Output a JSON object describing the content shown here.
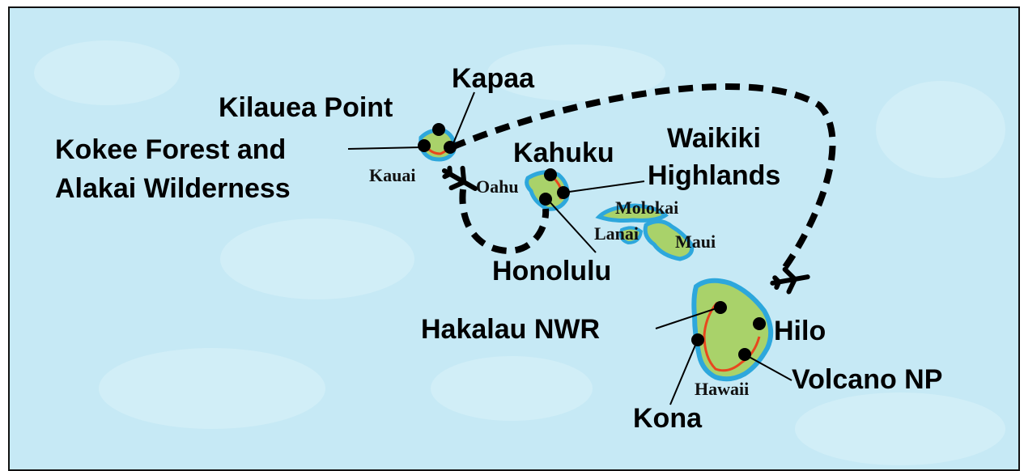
{
  "colors": {
    "sea": "#c6e9f5",
    "sea_mottle": "#d8f1f9",
    "land": "#a9d26a",
    "coast": "#2da7dc",
    "route": "#e8471e",
    "marker": "#000000"
  },
  "islands": {
    "kauai": "Kauai",
    "oahu": "Oahu",
    "molokai": "Molokai",
    "lanai": "Lanai",
    "maui": "Maui",
    "hawaii": "Hawaii"
  },
  "locations": {
    "kapaa": "Kapaa",
    "kilauea_point": "Kilauea Point",
    "kokee_line1": "Kokee Forest and",
    "kokee_line2": "Alakai Wilderness",
    "kahuku": "Kahuku",
    "waikiki_line1": "Waikiki",
    "waikiki_line2": "Highlands",
    "honolulu": "Honolulu",
    "hakalau": "Hakalau NWR",
    "hilo": "Hilo",
    "volcano": "Volcano NP",
    "kona": "Kona"
  },
  "icons": [
    "airplane-icon-kauai",
    "airplane-icon-hawaii"
  ]
}
